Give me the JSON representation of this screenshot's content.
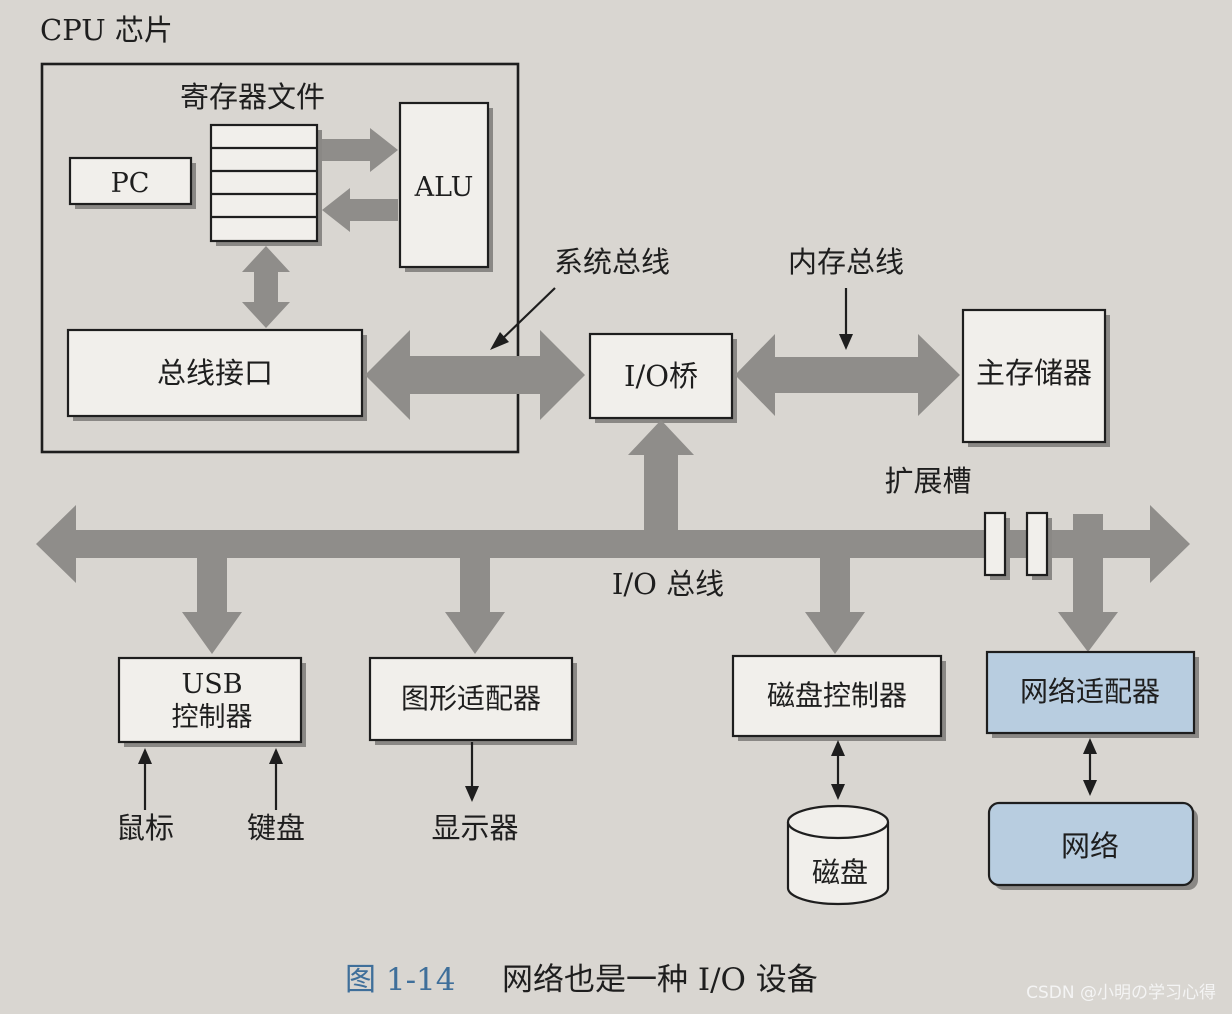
{
  "labels": {
    "cpu_chip": "CPU 芯片",
    "register_file": "寄存器文件",
    "pc": "PC",
    "alu": "ALU",
    "bus_interface": "总线接口",
    "system_bus": "系统总线",
    "memory_bus": "内存总线",
    "io_bridge": "I/O桥",
    "main_memory": "主存储器",
    "expansion_slots": "扩展槽",
    "io_bus": "I/O 总线",
    "usb_line1": "USB",
    "usb_line2": "控制器",
    "graphics_adapter": "图形适配器",
    "disk_controller": "磁盘控制器",
    "network_adapter": "网络适配器",
    "mouse": "鼠标",
    "keyboard": "键盘",
    "display": "显示器",
    "disk": "磁盘",
    "network": "网络"
  },
  "caption": {
    "figure_number": "图 1-14",
    "title": "网络也是一种 I/O 设备"
  },
  "watermark": "CSDN @小明の学习心得",
  "colors": {
    "background": "#d9d6d1",
    "arrow_gray": "#8f8d8a",
    "network_blue": "#b8cde0",
    "caption_blue": "#3f6f9a"
  }
}
